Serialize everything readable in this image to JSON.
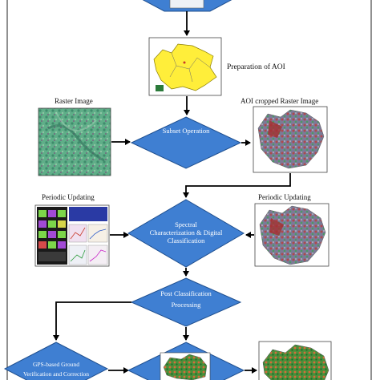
{
  "diagram": {
    "labels": {
      "preparation_aoi": "Preparation of AOI",
      "raster_image": "Raster Image",
      "aoi_cropped": "AOI cropped Raster Image",
      "periodic_updating_left": "Periodic Updating",
      "periodic_updating_right": "Periodic Updating"
    },
    "nodes": {
      "subset": "Subset Operation",
      "spectral_line1": "Spectral",
      "spectral_line2": "Characterization & Digital",
      "spectral_line3": "Classification",
      "post_line1": "Post Classification",
      "post_line2": "Processing",
      "gps_line1": "GPS-based Ground",
      "gps_line2": "Verification and Correction"
    }
  },
  "colors": {
    "diamond_fill": "#3f7fd2",
    "diamond_stroke": "#1f4f8f",
    "aoi_yellow": "#ffee3a",
    "arrow": "#000000",
    "border": "#222222"
  }
}
